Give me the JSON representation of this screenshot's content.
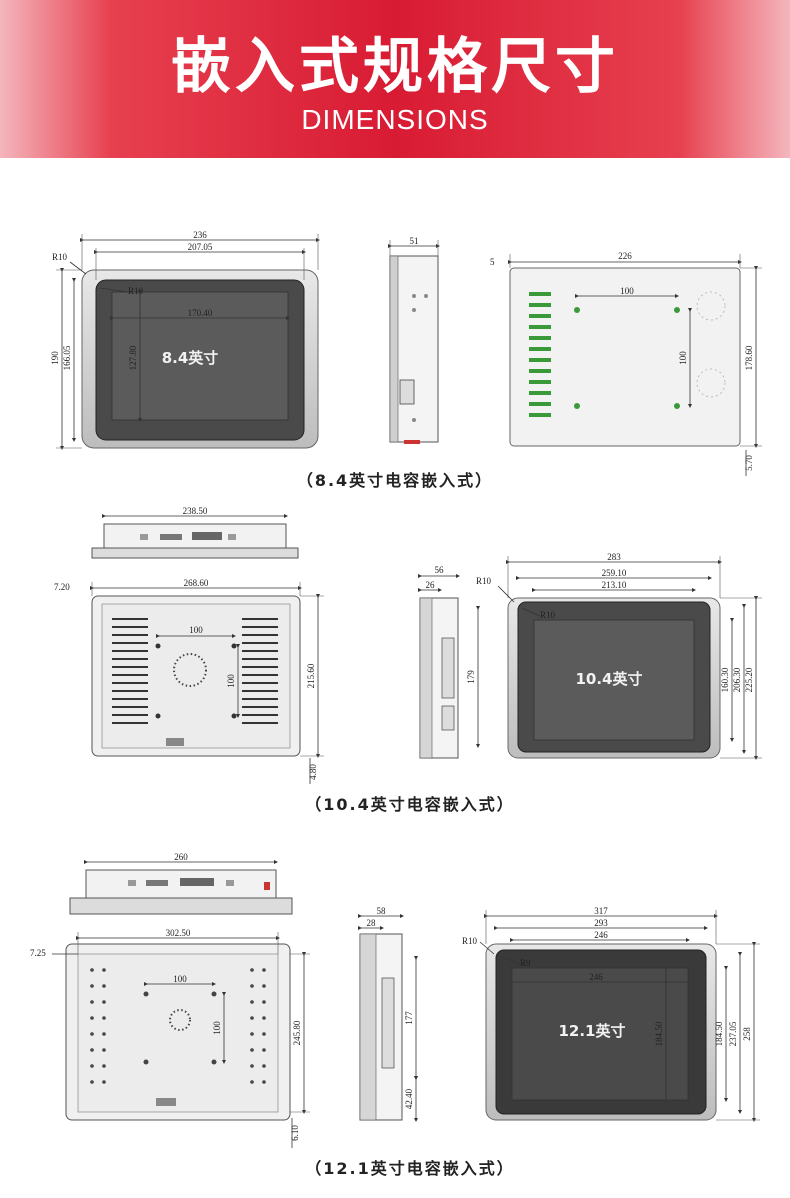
{
  "header": {
    "title": "嵌入式规格尺寸",
    "subtitle": "DIMENSIONS"
  },
  "sections": [
    {
      "caption": "（8.4英寸电容嵌入式）",
      "screen_label": "8.4英寸",
      "front": {
        "width_outer": "236",
        "width_inner": "207.05",
        "height_outer": "190",
        "height_inner": "166.05",
        "screen_w": "170.40",
        "screen_h": "127.80",
        "r_outer": "R10",
        "r_inner": "R10"
      },
      "side": {
        "depth": "51"
      },
      "back": {
        "width": "226",
        "edge": "5",
        "hole_h": "100",
        "hole_v": "100",
        "height": "178.60",
        "bottom": "5.70"
      }
    },
    {
      "caption": "（10.4英寸电容嵌入式）",
      "screen_label": "10.4英寸",
      "top": {
        "width": "238.50"
      },
      "back": {
        "edge": "7.20",
        "width": "268.60",
        "hole_h": "100",
        "hole_v": "100",
        "height": "215.60",
        "bottom": "4.80"
      },
      "side": {
        "depth": "56",
        "depth_inner": "26",
        "height": "179"
      },
      "front": {
        "width_outer": "283",
        "width_mid": "259.10",
        "width_inner": "213.10",
        "h1": "160.30",
        "h2": "206.30",
        "h3": "225.20",
        "r_outer": "R10",
        "r_inner": "R10"
      }
    },
    {
      "caption": "（12.1英寸电容嵌入式）",
      "screen_label": "12.1英寸",
      "top": {
        "width": "260"
      },
      "back": {
        "edge": "7.25",
        "width": "302.50",
        "hole_h": "100",
        "hole_v": "100",
        "height": "245.80",
        "bottom": "6.10"
      },
      "side": {
        "depth": "58",
        "depth_inner": "28",
        "height": "177",
        "bottom": "42.40"
      },
      "front": {
        "width_outer": "317",
        "width_mid": "293",
        "width_inner": "246",
        "screen_w": "246",
        "screen_h": "184.50",
        "h1": "184.50",
        "h2": "237.05",
        "h3": "258",
        "r_outer": "R10",
        "r_inner": "R9"
      }
    }
  ]
}
